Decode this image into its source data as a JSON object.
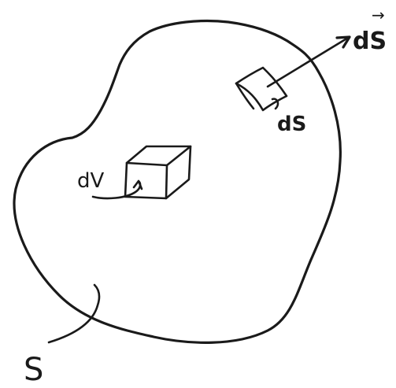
{
  "diagram": {
    "surface_label": "S",
    "volume_element_label": "dV",
    "surface_element_label": "dS",
    "area_vector_label": "dS",
    "area_vector_arrow": "→"
  }
}
